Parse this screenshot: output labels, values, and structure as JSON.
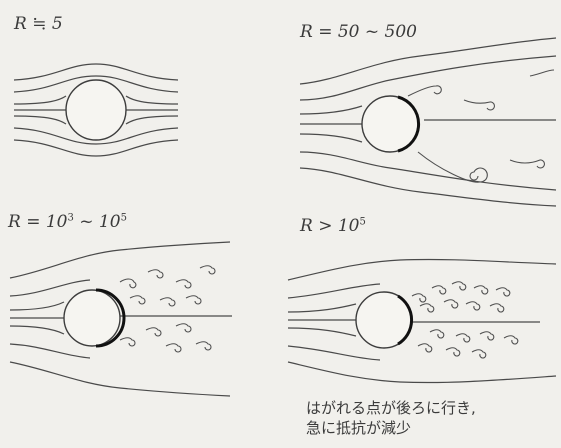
{
  "panels": [
    {
      "label_var": "R",
      "label_rest": " ≒ 5",
      "label_sup": "",
      "label_tail": ""
    },
    {
      "label_var": "R",
      "label_rest": " = 50 ~ 500",
      "label_sup": "",
      "label_tail": ""
    },
    {
      "label_var": "R",
      "label_rest": " = 10",
      "label_sup": "3",
      "label_tail": " ~ 10",
      "label_sup2": "5"
    },
    {
      "label_var": "R",
      "label_rest": " > 10",
      "label_sup": "5",
      "label_tail": ""
    }
  ],
  "note": {
    "line1": "はがれる点が後ろに行き,",
    "line2": "急に抵抗が減少"
  }
}
